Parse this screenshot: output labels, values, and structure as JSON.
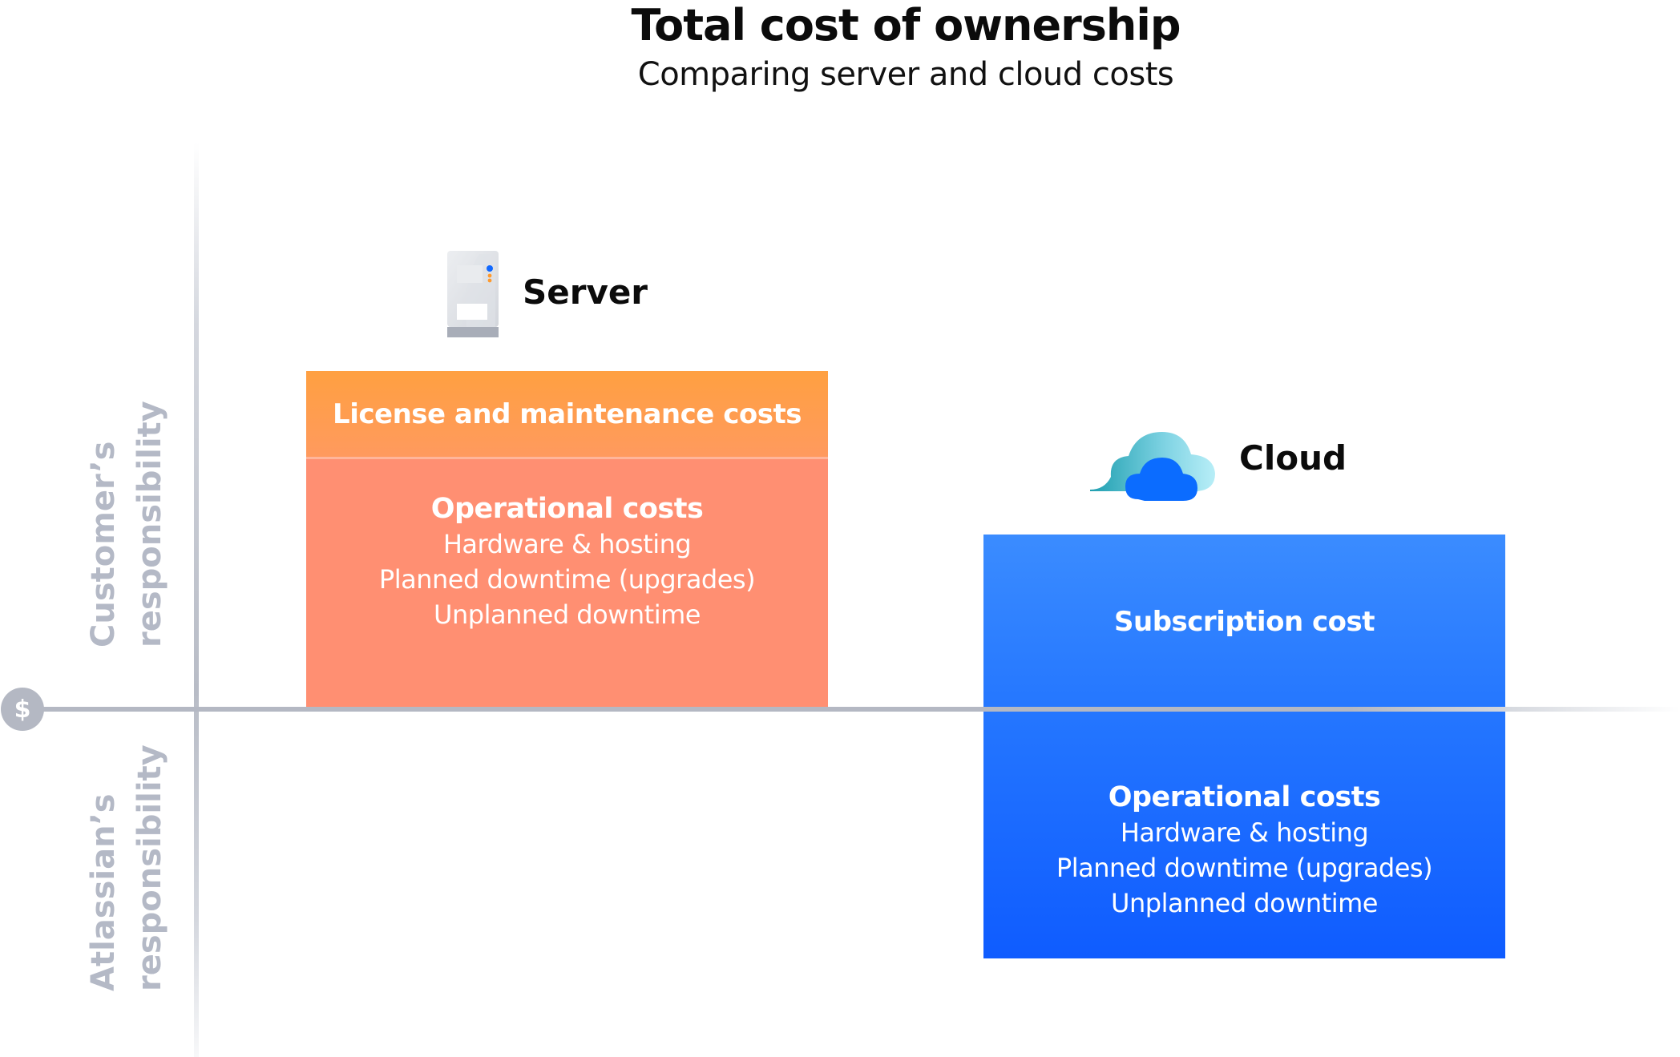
{
  "header": {
    "title": "Total cost of ownership",
    "subtitle": "Comparing server and cloud costs"
  },
  "axis": {
    "origin_symbol": "$",
    "origin_icon": "dollar-icon",
    "upper_label": [
      "Customer’s",
      "responsibility"
    ],
    "lower_label": [
      "Atlassian’s",
      "responsibility"
    ]
  },
  "server": {
    "label": "Server",
    "icon": "server-icon",
    "license_block": "License and maintenance costs",
    "operational": {
      "title": "Operational costs",
      "items": [
        "Hardware & hosting",
        "Planned downtime (upgrades)",
        "Unplanned downtime"
      ]
    }
  },
  "cloud": {
    "label": "Cloud",
    "icon": "cloud-icon",
    "subscription_block": "Subscription cost",
    "operational": {
      "title": "Operational costs",
      "items": [
        "Hardware & hosting",
        "Planned downtime (upgrades)",
        "Unplanned downtime"
      ]
    }
  },
  "colors": {
    "server_top": "#ffa041",
    "server_bottom": "#ff8f72",
    "cloud_top": "#3b8cff",
    "cloud_bottom": "#0f5cff",
    "axis": "#b4b8c3"
  }
}
